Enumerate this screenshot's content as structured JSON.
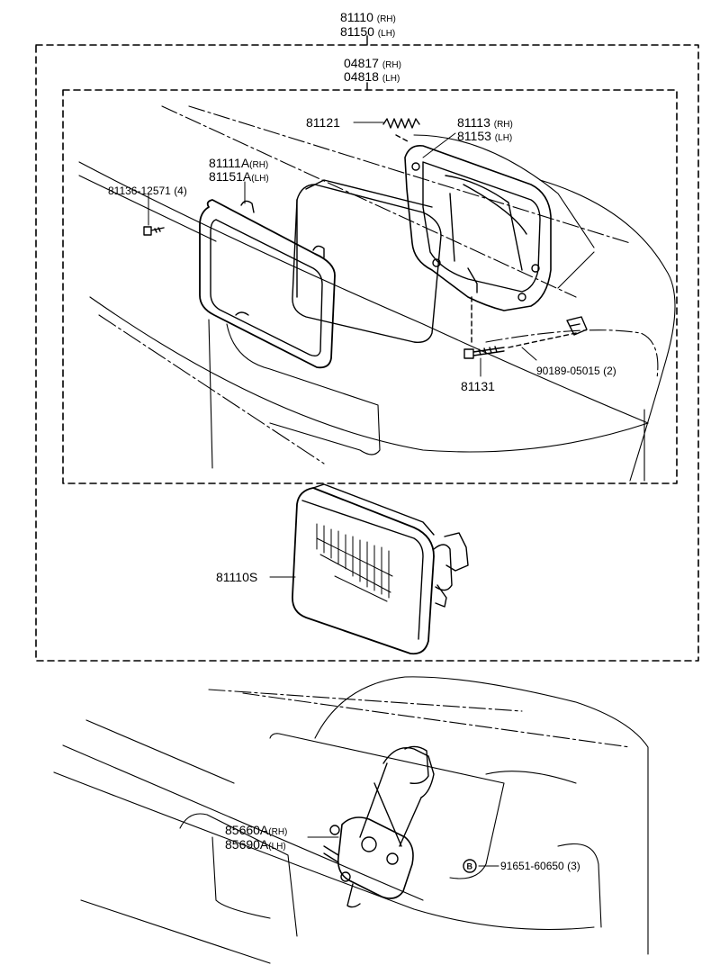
{
  "labels": {
    "assembly_rh": {
      "part": "81110",
      "suffix": "(RH)"
    },
    "assembly_lh": {
      "part": "81150",
      "suffix": "(LH)"
    },
    "unit_rh": {
      "part": "04817",
      "suffix": "(RH)"
    },
    "unit_lh": {
      "part": "04818",
      "suffix": "(LH)"
    },
    "spring": {
      "part": "81121"
    },
    "housing_rh": {
      "part": "81113",
      "suffix": "(RH)"
    },
    "housing_lh": {
      "part": "81153",
      "suffix": "(LH)"
    },
    "rim_rh": {
      "part": "81111A",
      "suffix": "(RH)"
    },
    "rim_lh": {
      "part": "81151A",
      "suffix": "(LH)"
    },
    "screw": {
      "part": "81136-12571",
      "qty": "(4)"
    },
    "nut": {
      "part": "90189-05015",
      "qty": "(2)"
    },
    "adjust_screw": {
      "part": "81131"
    },
    "sealed_beam": {
      "part": "81110S"
    },
    "turn_lamp_rh": {
      "part": "85660A",
      "suffix": "(RH)"
    },
    "turn_lamp_lh": {
      "part": "85690A",
      "suffix": "(LH)"
    },
    "clip_marker": "B",
    "clip": {
      "part": "91651-60650",
      "qty": "(3)"
    }
  }
}
